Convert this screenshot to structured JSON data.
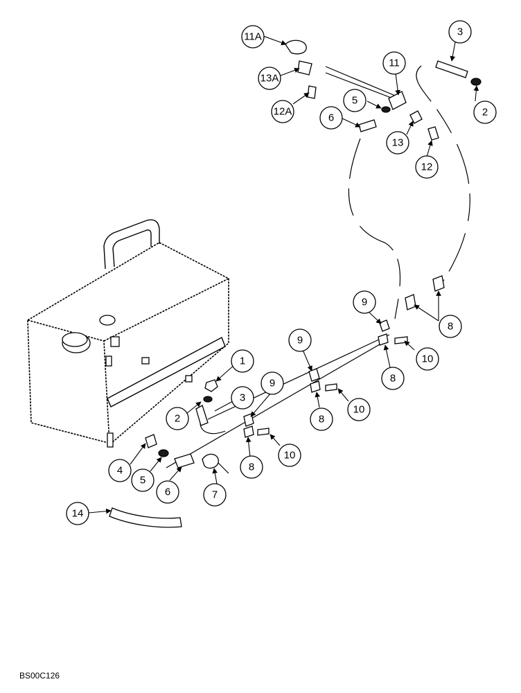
{
  "figure_id": "BS00C126",
  "callouts": [
    "1",
    "2",
    "3",
    "4",
    "5",
    "6",
    "7",
    "8",
    "9",
    "10",
    "11",
    "11A",
    "12",
    "12A",
    "13",
    "13A",
    "14"
  ]
}
